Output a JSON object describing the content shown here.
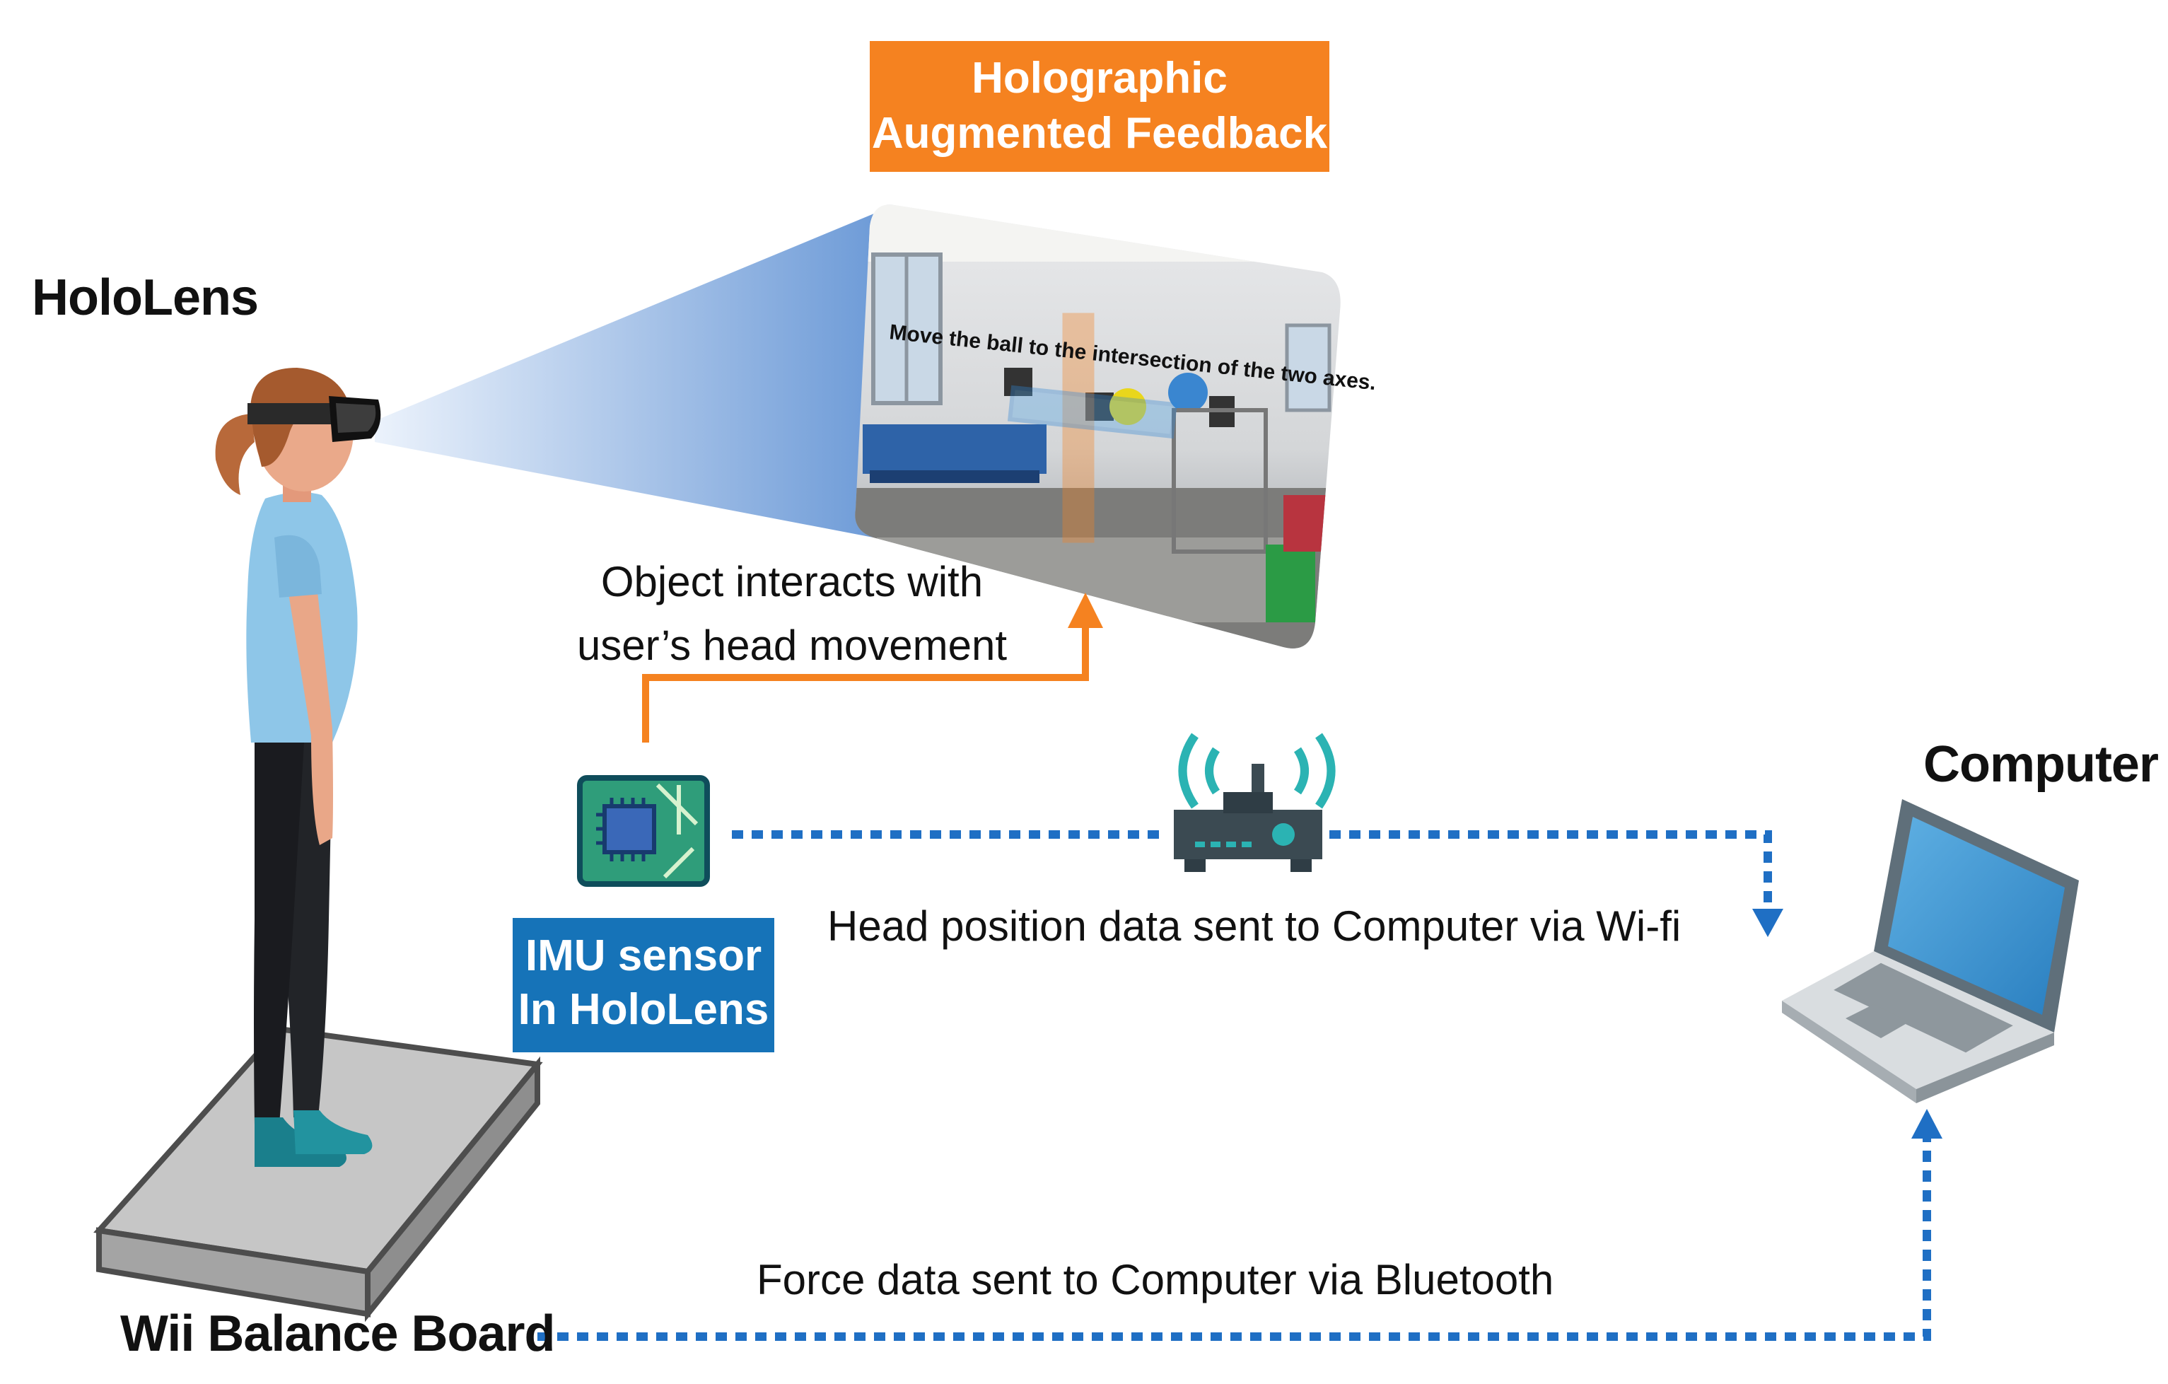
{
  "labels": {
    "hololens": "HoloLens",
    "feedback_line1": "Holographic",
    "feedback_line2": "Augmented Feedback",
    "screen_caption": "Move the ball to the intersection of the two axes.",
    "interaction_line1": "Object interacts with",
    "interaction_line2": "user’s head movement",
    "computer": "Computer",
    "imu_line1": "IMU sensor",
    "imu_line2": "In HoloLens",
    "wifi_text": "Head position data sent to Computer via Wi-fi",
    "bluetooth_text": "Force data sent to Computer via Bluetooth",
    "board": "Wii Balance Board"
  },
  "colors": {
    "orange": "#f58220",
    "blue": "#1673b8",
    "dotted_blue": "#1f6fc4",
    "teal": "#2bb3b3"
  },
  "icons": [
    "person-figure",
    "hololens-headset",
    "holographic-screen",
    "chip-icon",
    "wifi-router-icon",
    "laptop-icon",
    "balance-board"
  ]
}
